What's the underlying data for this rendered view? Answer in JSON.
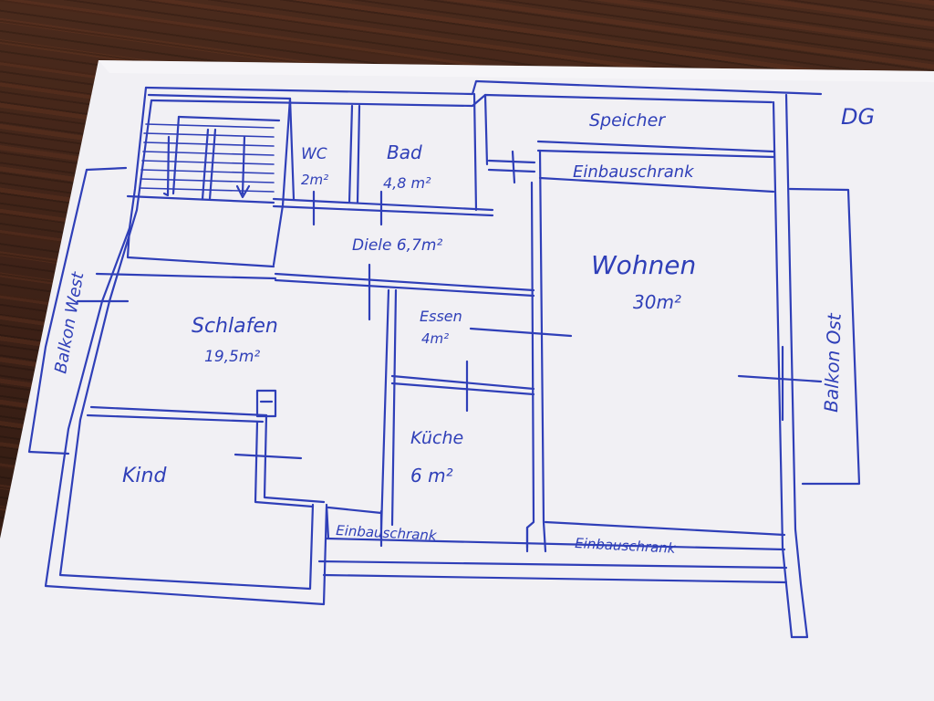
{
  "drawing": {
    "floor": "DG",
    "rooms": {
      "wc": {
        "name": "WC",
        "area": "2m²"
      },
      "bad": {
        "name": "Bad",
        "area": "4,8 m²"
      },
      "speicher": {
        "name": "Speicher"
      },
      "einbauschrank_top": {
        "name": "Einbauschrank"
      },
      "diele": {
        "name": "Diele 6,7m²"
      },
      "wohnen": {
        "name": "Wohnen",
        "area": "30m²"
      },
      "schlafen": {
        "name": "Schlafen",
        "area": "19,5m²"
      },
      "essen": {
        "name": "Essen",
        "area": "4m²"
      },
      "kueche": {
        "name": "Küche",
        "area": "6 m²"
      },
      "kind": {
        "name": "Kind"
      },
      "einbauschrank_bottom_left": {
        "name": "Einbauschrank"
      },
      "einbauschrank_bottom_right": {
        "name": "Einbauschrank"
      },
      "balkon_west": {
        "name": "Balkon West"
      },
      "balkon_ost": {
        "name": "Balkon Ost"
      }
    },
    "colors": {
      "ink": "#2f3fb8",
      "paper": "#f1f0f4",
      "table": "#3a2218"
    }
  }
}
